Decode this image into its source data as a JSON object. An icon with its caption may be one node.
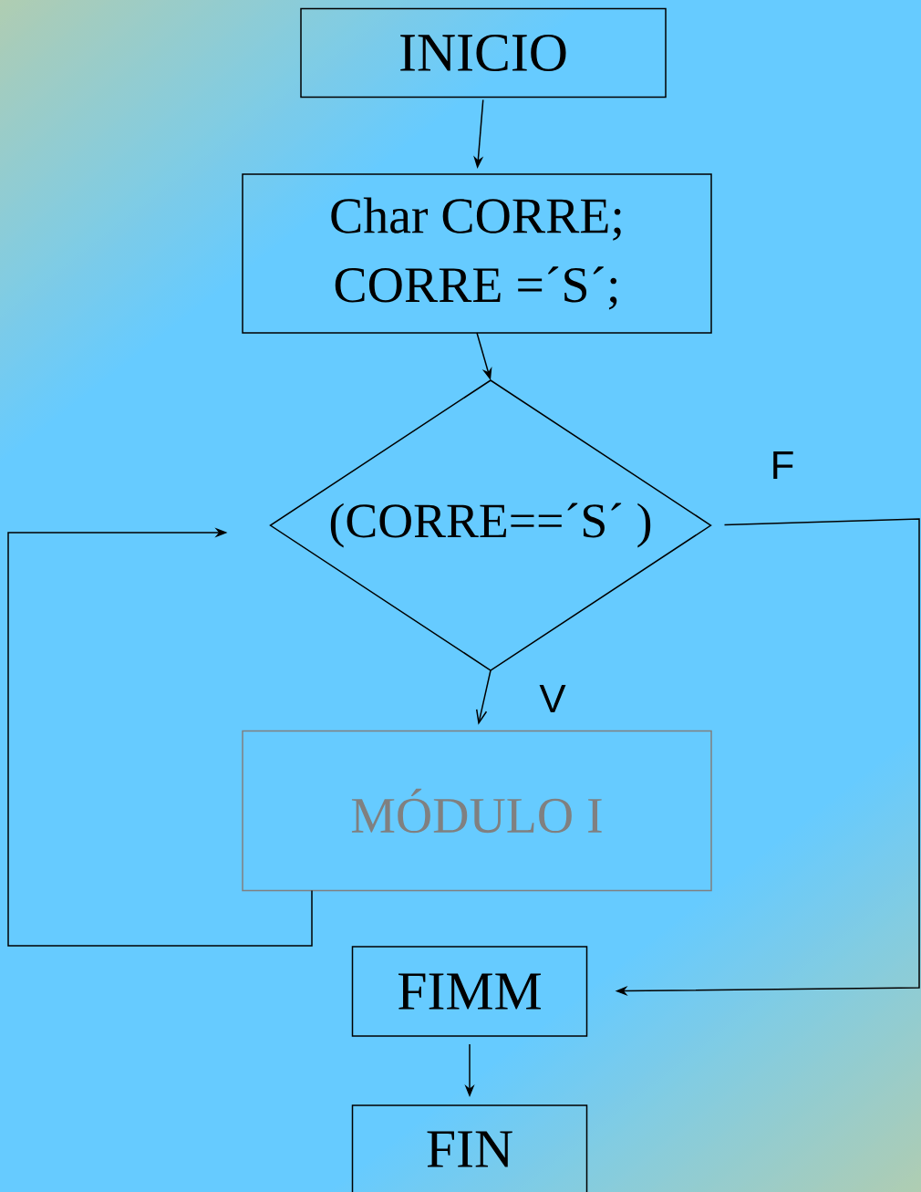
{
  "diagram": {
    "nodes": [
      {
        "text": [
          "INICIO"
        ]
      },
      {
        "text": [
          "Char CORRE; CORRE =´S´;"
        ]
      },
      {
        "text": [
          "(CORRE==´S´ )"
        ]
      },
      {
        "text": [
          "MÓDULO I"
        ]
      },
      {
        "text": [
          "FIMM"
        ]
      },
      {
        "text": [
          "FIN"
        ]
      }
    ],
    "edges": [
      {
        "from": 0,
        "to": 1,
        "arrow": "to"
      },
      {
        "from": 1,
        "to": 2,
        "arrow": "to"
      },
      {
        "from": 2,
        "to": 3,
        "arrow": "to",
        "label": "V"
      },
      {
        "from": 3,
        "to": 2,
        "arrow": "to"
      },
      {
        "from": 2,
        "to": 4,
        "arrow": "to",
        "label": "F"
      },
      {
        "from": 4,
        "to": 5,
        "arrow": "to"
      }
    ]
  }
}
